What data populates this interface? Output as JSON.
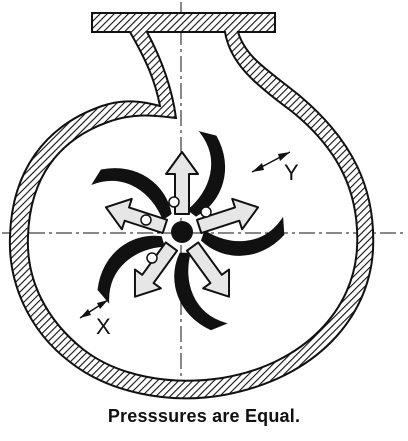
{
  "diagram": {
    "label_y": "Y",
    "label_x": "X"
  },
  "caption": "Presssures are Equal.",
  "colors": {
    "ink": "#111111",
    "arrow_fill": "#e6e6e6",
    "background": "#ffffff"
  }
}
